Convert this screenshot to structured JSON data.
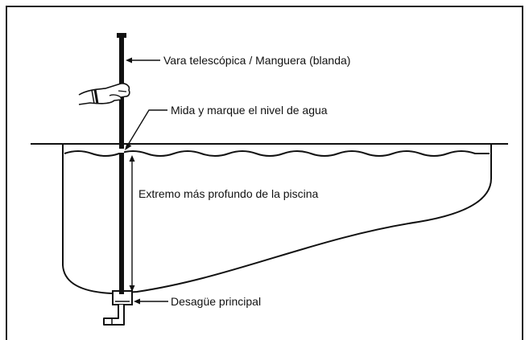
{
  "labels": {
    "pole": "Vara telescópica / Manguera (blanda)",
    "water_level": "Mida y marque el nivel de agua",
    "depth": "Extremo más profundo de la piscina",
    "drain": "Desagüe principal"
  },
  "colors": {
    "stroke": "#111111",
    "background": "#ffffff",
    "frame": "#222222"
  }
}
